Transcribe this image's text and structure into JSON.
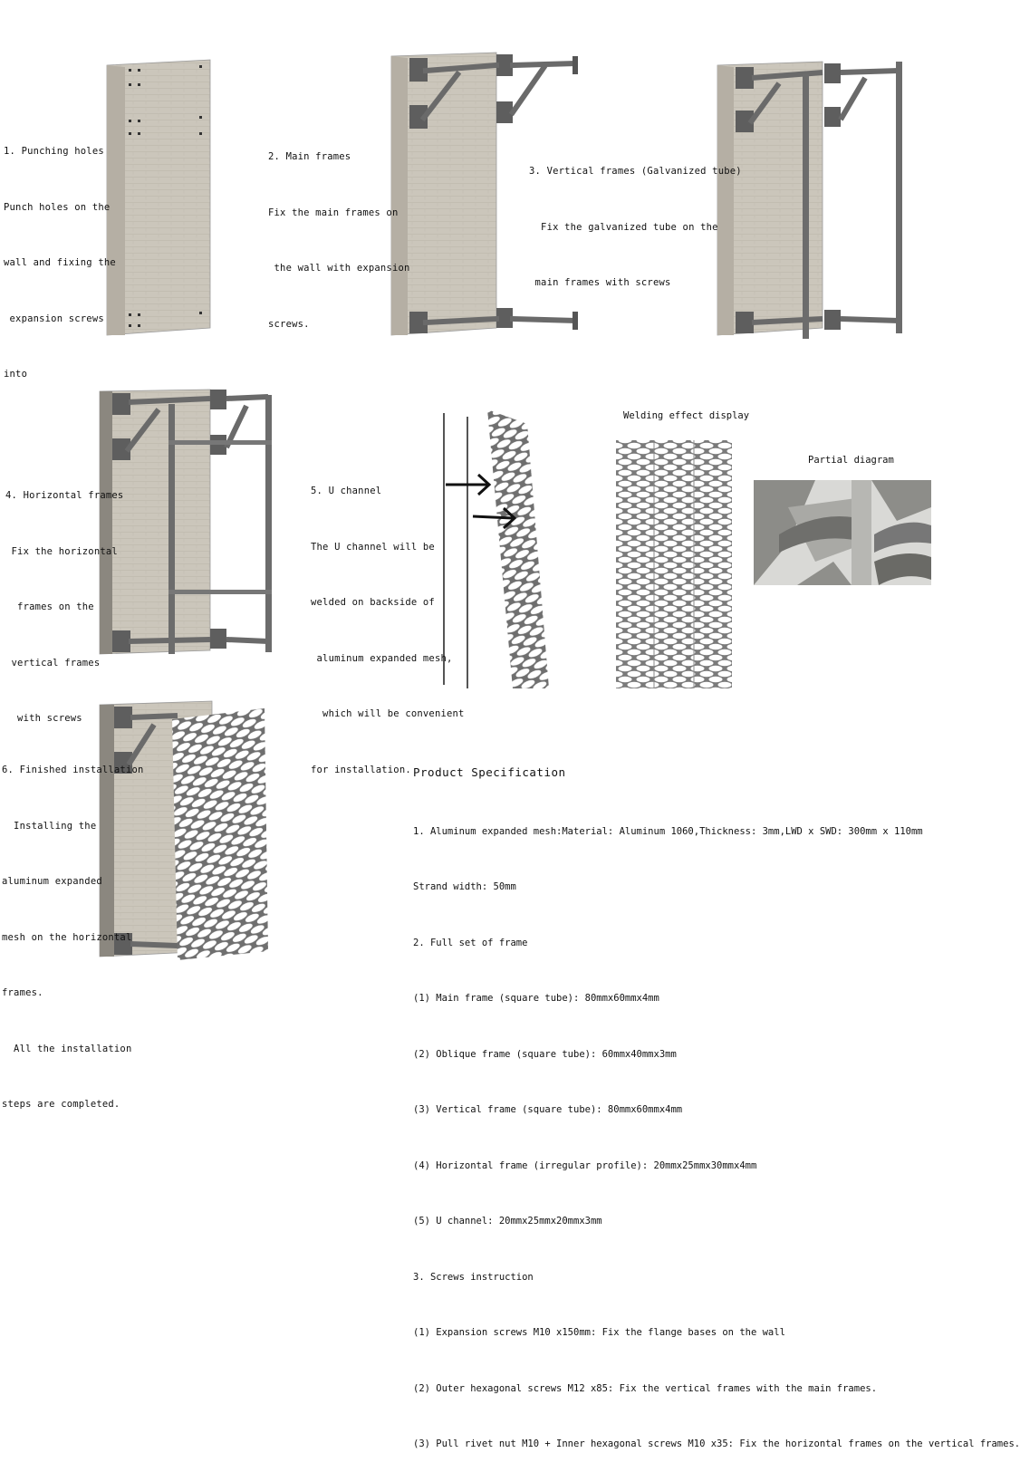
{
  "steps": [
    {
      "lines": [
        "1. Punching holes",
        "Punch holes on the",
        "wall and fixing the",
        " expansion screws",
        "into"
      ]
    },
    {
      "lines": [
        "2. Main frames",
        "Fix the main frames on",
        " the wall with expansion",
        "screws."
      ]
    },
    {
      "lines": [
        "3. Vertical frames (Galvanized tube)",
        "  Fix the galvanized tube on the",
        " main frames with screws"
      ]
    },
    {
      "lines": [
        "4. Horizontal frames",
        " Fix the horizontal",
        "  frames on the",
        " vertical frames",
        "  with screws"
      ]
    },
    {
      "lines": [
        "5. U channel",
        "The U channel will be",
        "welded on backside of",
        " aluminum expanded mesh,",
        "  which will be convenient",
        "for installation."
      ]
    },
    {
      "lines": [
        "6. Finished installation",
        "  Installing the",
        "aluminum expanded",
        "mesh on the horizontal",
        "frames.",
        "  All the installation",
        "steps are completed."
      ]
    }
  ],
  "captions": {
    "welding": "Welding effect display",
    "partial": "Partial diagram"
  },
  "spec": {
    "title": "Product Specification",
    "lines": [
      "1. Aluminum expanded mesh:Material: Aluminum 1060,Thickness: 3mm,LWD x SWD: 300mm x 110mm",
      "Strand width: 50mm",
      "2. Full set of frame",
      "(1) Main frame (square tube): 80mmx60mmx4mm",
      "(2) Oblique frame (square tube): 60mmx40mmx3mm",
      "(3) Vertical frame (square tube): 80mmx60mmx4mm",
      "(4) Horizontal frame (irregular profile): 20mmx25mmx30mmx4mm",
      "(5) U channel: 20mmx25mmx20mmx3mm",
      "3. Screws instruction",
      "(1) Expansion screws M10 x150mm: Fix the flange bases on the wall",
      "(2) Outer hexagonal screws M12 x85: Fix the vertical frames with the main frames.",
      "(3) Pull rivet nut M10 + Inner hexagonal screws M10 x35: Fix the horizontal frames on the vertical frames."
    ]
  },
  "colors": {
    "wall": "#cbc6bb",
    "wall_side": "#a7a298",
    "steel": "#6e6e6e",
    "mesh": "#767676",
    "text": "#111111"
  }
}
